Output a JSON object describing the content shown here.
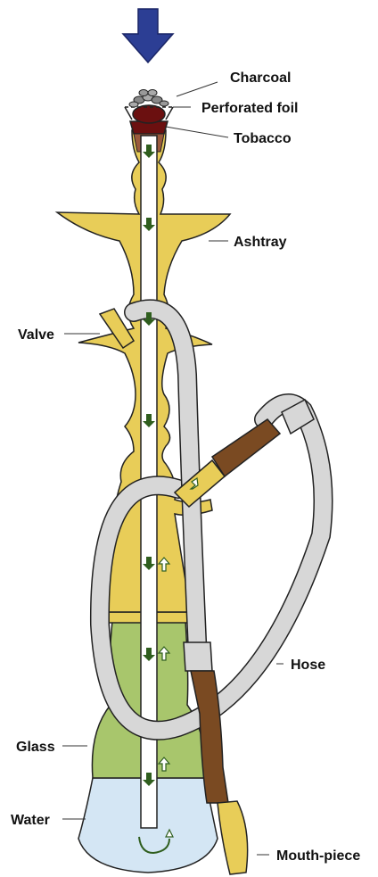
{
  "labels": {
    "charcoal": "Charcoal",
    "foil": "Perforated foil",
    "tobacco": "Tobacco",
    "ashtray": "Ashtray",
    "valve": "Valve",
    "hose": "Hose",
    "glass": "Glass",
    "water": "Water",
    "mouthpiece": "Mouth-piece"
  },
  "colors": {
    "stem_yellow": "#e8cd58",
    "glass_green": "#a8c66c",
    "water_blue": "#d4e6f4",
    "hose_gray": "#d7d7d7",
    "wood_brown": "#7a4a22",
    "arrow_blue": "#2c3e94",
    "arrow_green": "#2f5e1e",
    "tobacco_red": "#6b1010",
    "outline": "#222222"
  }
}
